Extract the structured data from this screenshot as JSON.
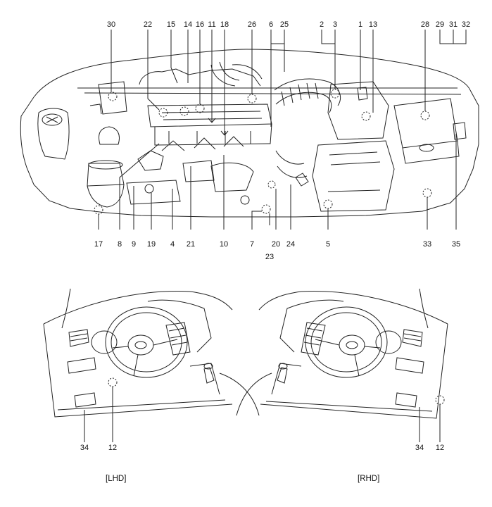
{
  "engine_callouts": [
    {
      "id": "top-30",
      "text": "30"
    },
    {
      "id": "top-22",
      "text": "22"
    },
    {
      "id": "top-15",
      "text": "15"
    },
    {
      "id": "top-14",
      "text": "14"
    },
    {
      "id": "top-16",
      "text": "16"
    },
    {
      "id": "top-11",
      "text": "11"
    },
    {
      "id": "top-18",
      "text": "18"
    },
    {
      "id": "top-26",
      "text": "26"
    },
    {
      "id": "top-6",
      "text": "6"
    },
    {
      "id": "top-25",
      "text": "25"
    },
    {
      "id": "top-2",
      "text": "2"
    },
    {
      "id": "top-3",
      "text": "3"
    },
    {
      "id": "top-1",
      "text": "1"
    },
    {
      "id": "top-13",
      "text": "13"
    },
    {
      "id": "top-28",
      "text": "28"
    },
    {
      "id": "top-29",
      "text": "29"
    },
    {
      "id": "top-31",
      "text": "31"
    },
    {
      "id": "top-32",
      "text": "32"
    },
    {
      "id": "bot-17",
      "text": "17"
    },
    {
      "id": "bot-8",
      "text": "8"
    },
    {
      "id": "bot-9",
      "text": "9"
    },
    {
      "id": "bot-19",
      "text": "19"
    },
    {
      "id": "bot-4",
      "text": "4"
    },
    {
      "id": "bot-21",
      "text": "21"
    },
    {
      "id": "bot-10",
      "text": "10"
    },
    {
      "id": "bot-7",
      "text": "7"
    },
    {
      "id": "bot-20",
      "text": "20"
    },
    {
      "id": "bot-24",
      "text": "24"
    },
    {
      "id": "bot-23",
      "text": "23"
    },
    {
      "id": "bot-5",
      "text": "5"
    },
    {
      "id": "bot-33",
      "text": "33"
    },
    {
      "id": "bot-35",
      "text": "35"
    }
  ],
  "dash_callouts": {
    "lhd_34": "34",
    "lhd_12": "12",
    "rhd_34": "34",
    "rhd_12": "12"
  },
  "captions": {
    "lhd": "[LHD]",
    "rhd": "[RHD]"
  }
}
